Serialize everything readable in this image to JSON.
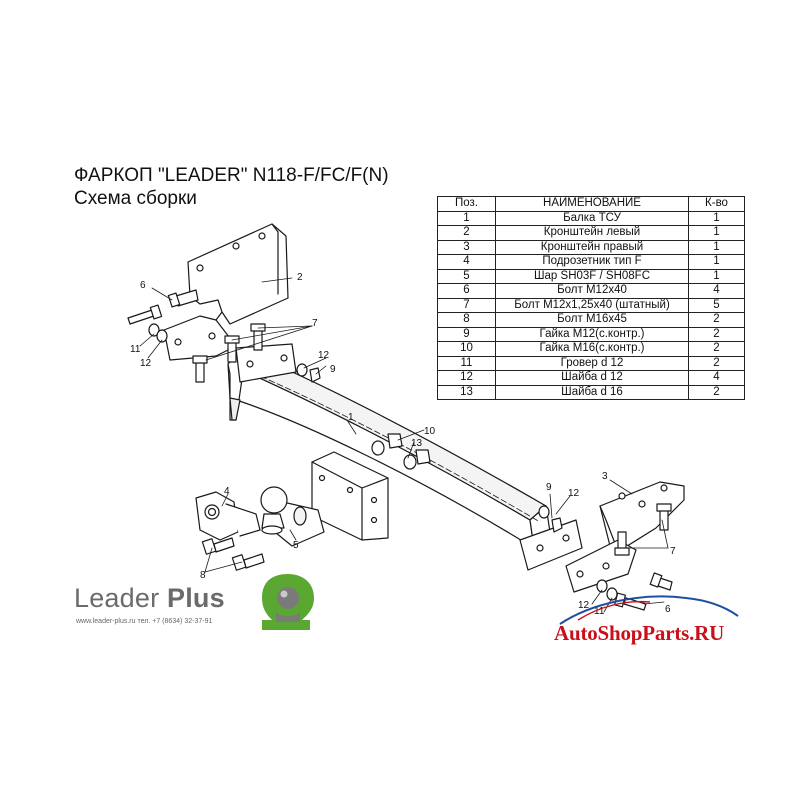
{
  "title": {
    "line1": "ФАРКОП \"LEADER\" N118-F/FC/F(N)",
    "line2": "Схема сборки"
  },
  "parts_table": {
    "headers": [
      "Поз.",
      "НАИМЕНОВАНИЕ",
      "К-во"
    ],
    "rows": [
      [
        "1",
        "Балка ТСУ",
        "1"
      ],
      [
        "2",
        "Кронштейн левый",
        "1"
      ],
      [
        "3",
        "Кронштейн правый",
        "1"
      ],
      [
        "4",
        "Подрозетник тип F",
        "1"
      ],
      [
        "5",
        "Шар SH03F / SH08FC",
        "1"
      ],
      [
        "6",
        "Болт М12х40",
        "4"
      ],
      [
        "7",
        "Болт М12х1,25х40 (штатный)",
        "5"
      ],
      [
        "8",
        "Болт М16х45",
        "2"
      ],
      [
        "9",
        "Гайка М12(с.контр.)",
        "2"
      ],
      [
        "10",
        "Гайка  М16(с.контр.)",
        "2"
      ],
      [
        "11",
        "Гровер d 12",
        "2"
      ],
      [
        "12",
        "Шайба d 12",
        "4"
      ],
      [
        "13",
        "Шайба d 16",
        "2"
      ]
    ]
  },
  "callouts": {
    "beam": "1",
    "bracket_left": "2",
    "bracket_right": "3",
    "socket_plate": "4",
    "ball": "5",
    "bolt_left": "6",
    "bolt_right": "6",
    "stock_bolt_left": "7",
    "stock_bolt_right": "7",
    "bolt_m16": "8",
    "nut_left": "9",
    "nut_right": "9",
    "nut_m16": "10",
    "spring_washer_left": "11",
    "spring_washer_right": "11",
    "washer_left_a": "12",
    "washer_left_b": "12",
    "washer_right_a": "12",
    "washer_right_b": "12",
    "washer_m16": "13"
  },
  "brand": {
    "name_regular": "Leader",
    "name_bold": "Plus",
    "contact": "www.leader-plus.ru     тел. +7 (8634) 32-37-91"
  },
  "watermark": "AutoShopParts.RU",
  "colors": {
    "line": "#1a1a1a",
    "logo_green": "#5aa832",
    "logo_gray": "#7a7a7a",
    "watermark_red": "#c9101a",
    "watermark_blue": "#1f4fa0"
  }
}
